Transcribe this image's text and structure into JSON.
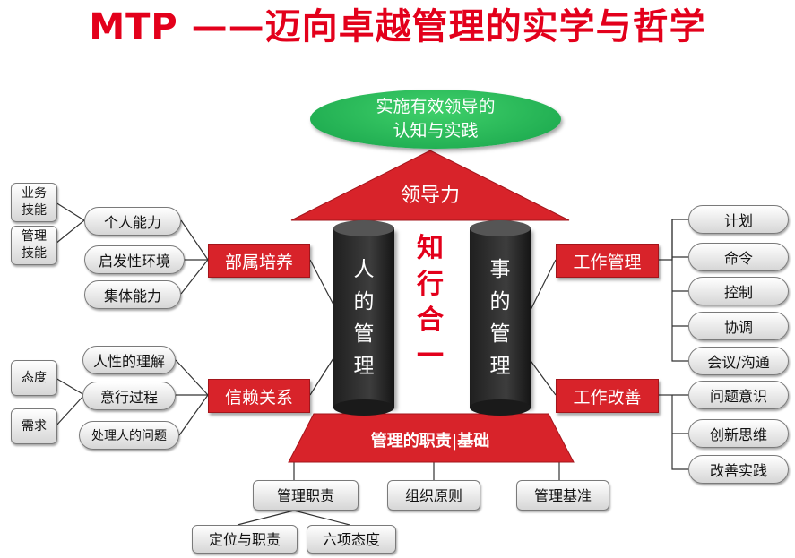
{
  "title": "MTP ——迈向卓越管理的实学与哲学",
  "top_oval": {
    "line1": "实施有效领导的",
    "line2": "认知与实践"
  },
  "roof": "领导力",
  "pillar_left": [
    "人",
    "的",
    "管",
    "理"
  ],
  "pillar_right": [
    "事",
    "的",
    "管",
    "理"
  ],
  "center": [
    "知",
    "行",
    "合",
    "一"
  ],
  "base": "管理的职责|基础",
  "left_red": {
    "top": "部属培养",
    "bottom": "信赖关系"
  },
  "right_red": {
    "top": "工作管理",
    "bottom": "工作改善"
  },
  "left_top_pills": [
    "个人能力",
    "启发性环境",
    "集体能力"
  ],
  "left_top_boxes": [
    [
      "业务",
      "技能"
    ],
    [
      "管理",
      "技能"
    ]
  ],
  "left_bottom_pills": [
    "人性的理解",
    "意行过程",
    "处理人的问题"
  ],
  "left_bottom_boxes": [
    "态度",
    "需求"
  ],
  "right_top_pills": [
    "计划",
    "命令",
    "控制",
    "协调",
    "会议/沟通"
  ],
  "right_bottom_pills": [
    "问题意识",
    "创新思维",
    "改善实践"
  ],
  "bottom_row": [
    "管理职责",
    "组织原则",
    "管理基准"
  ],
  "bottom_sub": [
    "定位与职责",
    "六项态度"
  ]
}
